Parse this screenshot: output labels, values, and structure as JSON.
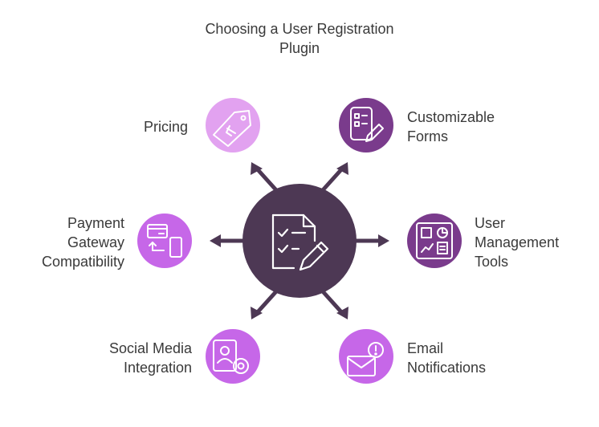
{
  "title": {
    "line1": "Choosing a User Registration",
    "line2": "Plugin"
  },
  "colors": {
    "center": "#4d3854",
    "arrow": "#4d3854",
    "light_purple": "#e2a2f0",
    "medium_purple": "#c667e8",
    "dark_purple": "#7a3b8c",
    "icon_stroke_light": "#ffffff",
    "text": "#3a3a3a"
  },
  "center": {
    "icon": "checklist-with-pencil-icon"
  },
  "options": [
    {
      "id": "pricing",
      "lines": [
        "Pricing"
      ],
      "icon": "price-tag-icon",
      "color": "light"
    },
    {
      "id": "customizable-forms",
      "lines": [
        "Customizable",
        "Forms"
      ],
      "icon": "form-with-pencil-icon",
      "color": "dark"
    },
    {
      "id": "payment-gateway",
      "lines": [
        "Payment",
        "Gateway",
        "Compatibility"
      ],
      "icon": "card-to-phone-icon",
      "color": "medium"
    },
    {
      "id": "user-management",
      "lines": [
        "User",
        "Management",
        "Tools"
      ],
      "icon": "dashboard-icon",
      "color": "dark"
    },
    {
      "id": "social-media",
      "lines": [
        "Social Media",
        "Integration"
      ],
      "icon": "profile-settings-icon",
      "color": "medium"
    },
    {
      "id": "email-notifications",
      "lines": [
        "Email",
        "Notifications"
      ],
      "icon": "envelope-alert-icon",
      "color": "medium"
    }
  ]
}
